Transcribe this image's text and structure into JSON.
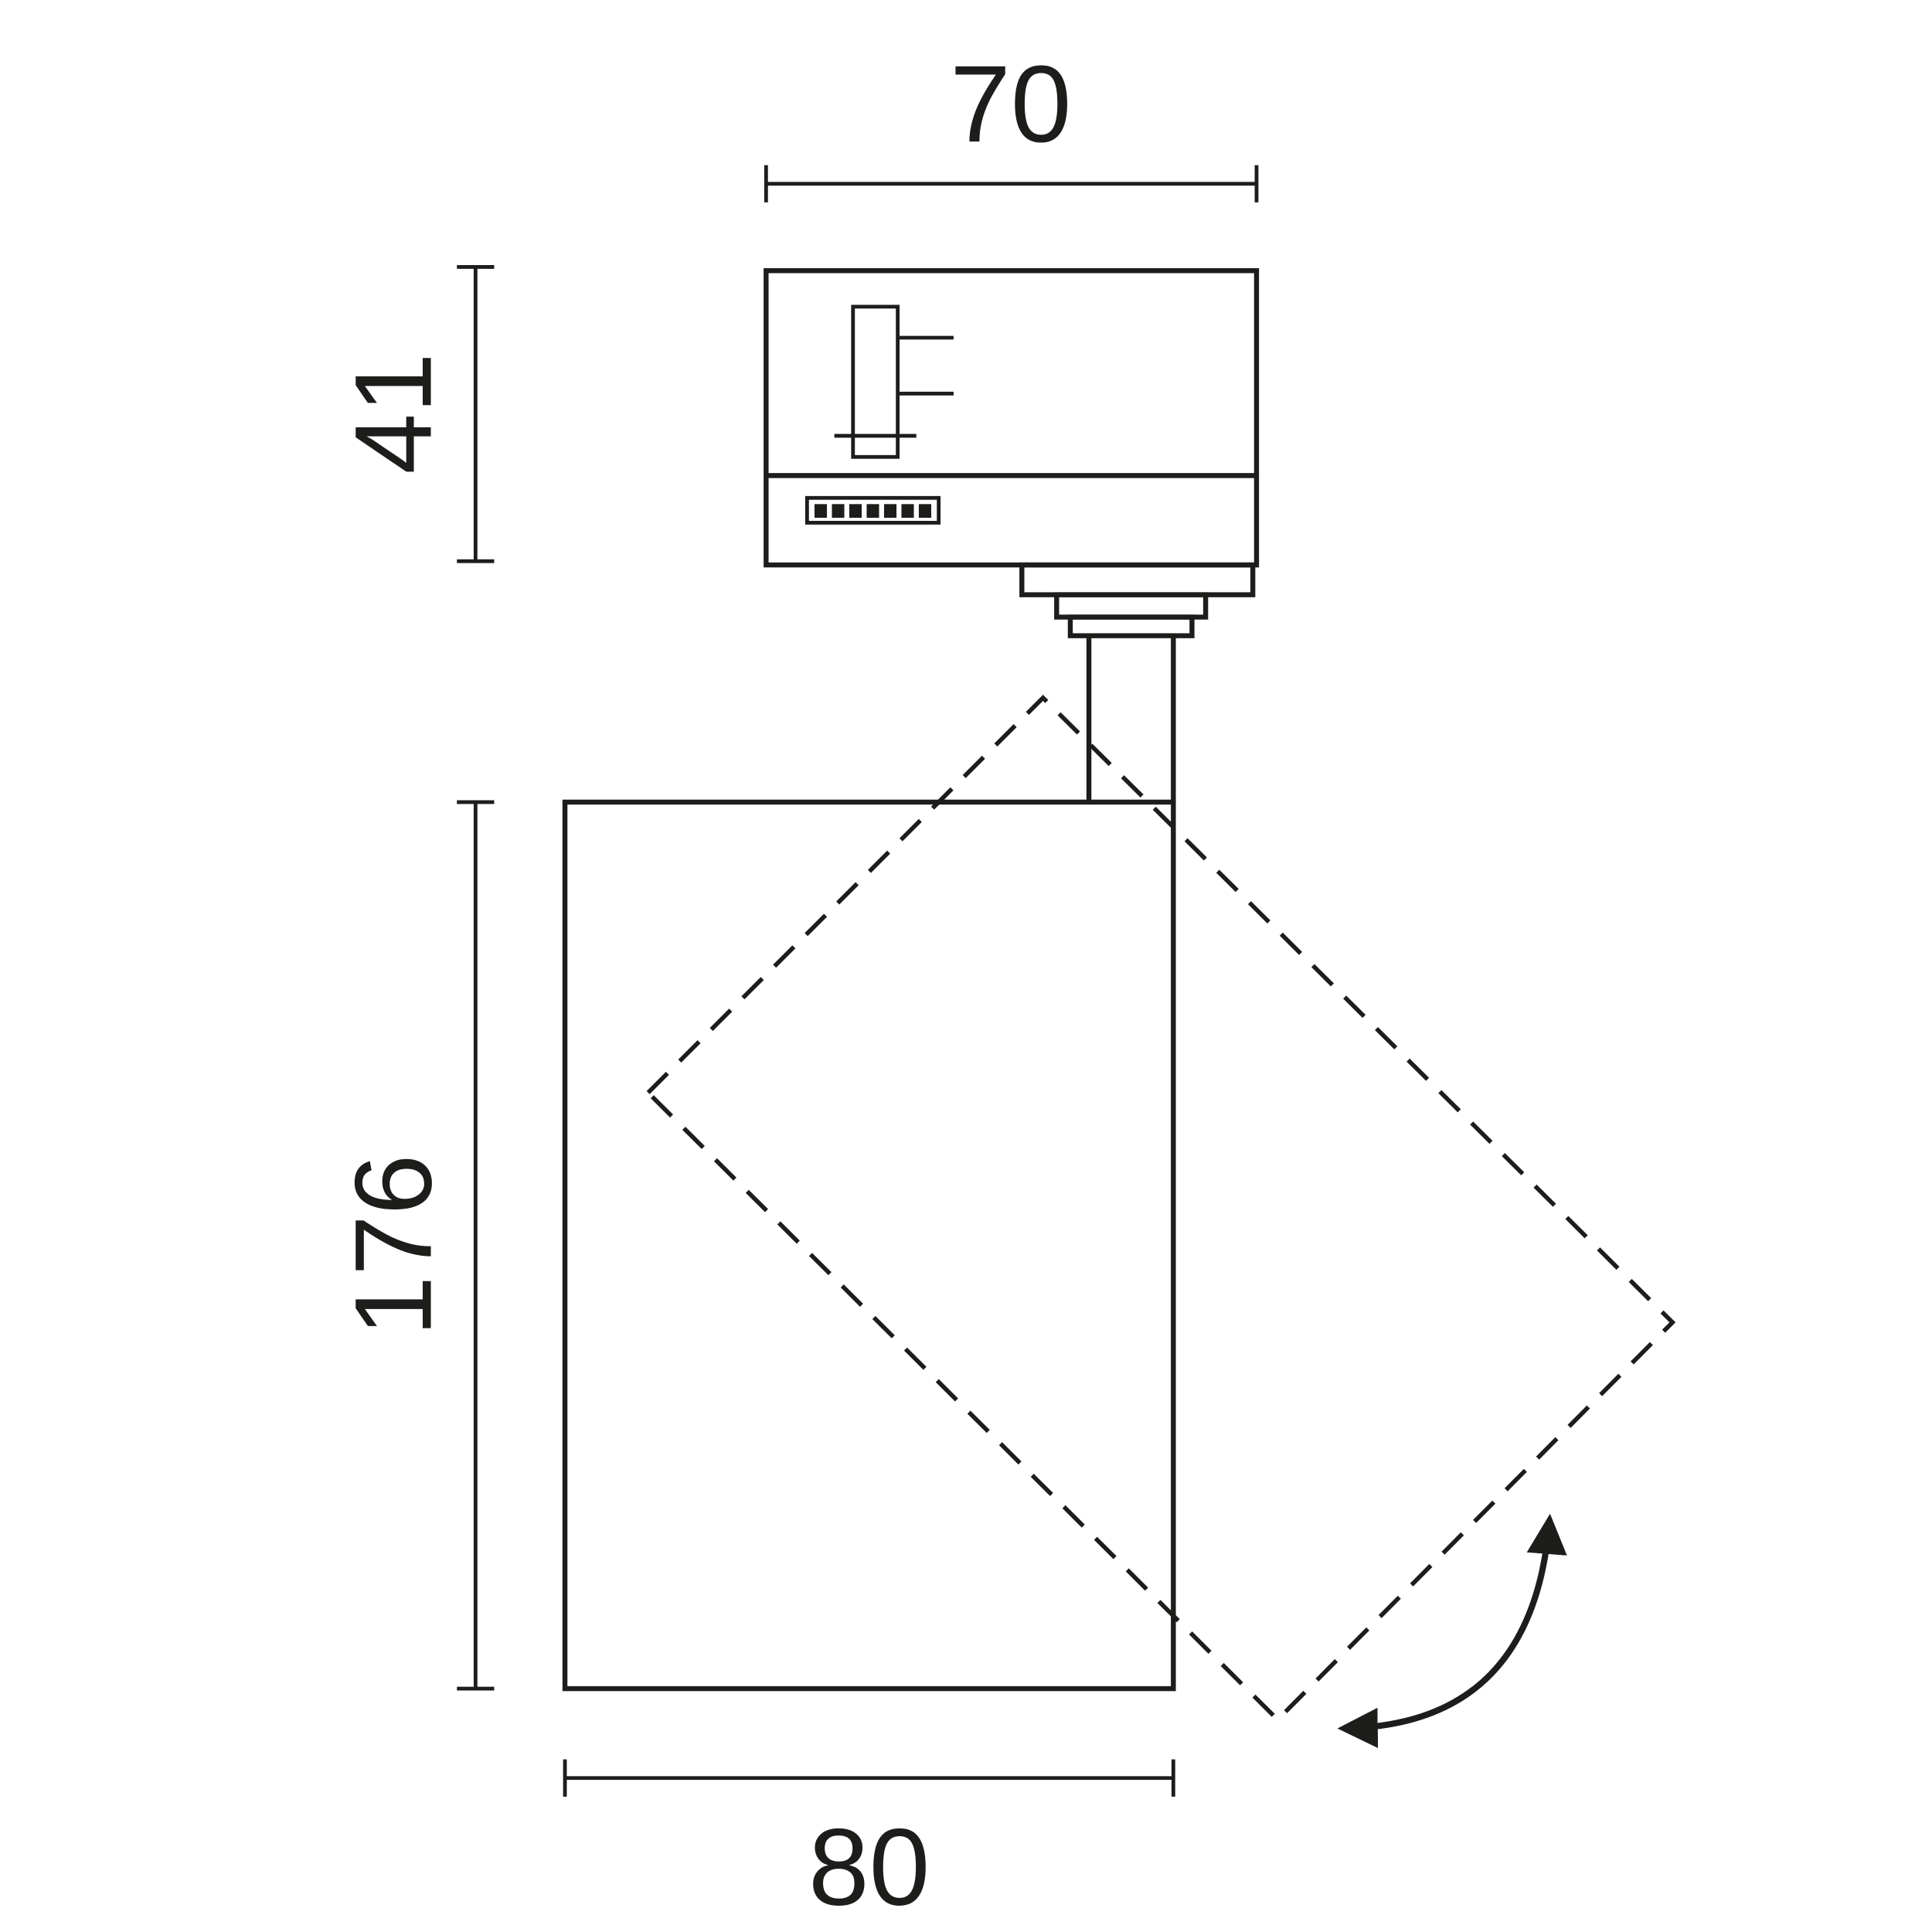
{
  "colors": {
    "line": "#1d1d1b",
    "background": "#ffffff"
  },
  "dimensions": {
    "top_width": "70",
    "adapter_height": "41",
    "body_height": "176",
    "body_width": "80"
  }
}
